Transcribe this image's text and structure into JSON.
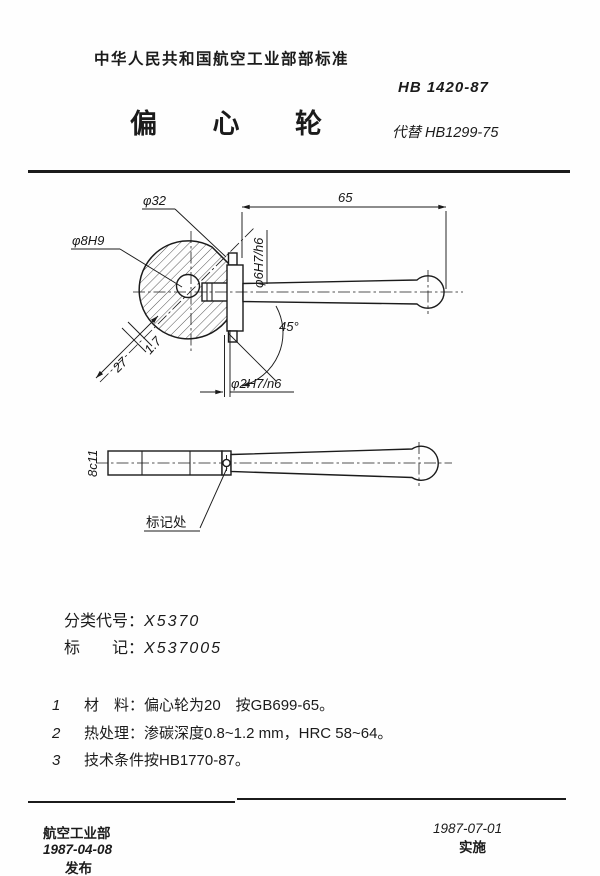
{
  "colors": {
    "ink": "#1b1b1b",
    "paper": "#fefefe"
  },
  "header": {
    "org_line": "中华人民共和国航空工业部部标准",
    "standard_no": "HB 1420-87",
    "title": "偏 心 轮",
    "replaces": "代替 HB1299-75"
  },
  "drawing": {
    "labels": {
      "dia32": "φ32",
      "dia8h9": "φ8H9",
      "len65": "65",
      "dia6fit": "φ6H7/h6",
      "angle45": "45°",
      "dia2fit": "φ2H7/n6",
      "ecc17": "1.7",
      "len27": "27",
      "thk8c11": "8c11",
      "mark_spot": "标记处"
    }
  },
  "classification": {
    "class_label": "分类代号：",
    "class_value": "X5370",
    "mark_label": "标　　记：",
    "mark_value": "X537005"
  },
  "notes": [
    {
      "num": "1",
      "text": "材　料：偏心轮为20　按GB699-65。"
    },
    {
      "num": "2",
      "text": "热处理：渗碳深度0.8~1.2 mm，HRC 58~64。"
    },
    {
      "num": "3",
      "text": "技术条件按HB1770-87。"
    }
  ],
  "footer": {
    "left_org": "航空工业部",
    "issue_date": "1987-04-08",
    "issue_label": "发布",
    "impl_date": "1987-07-01",
    "impl_label": "实施"
  }
}
